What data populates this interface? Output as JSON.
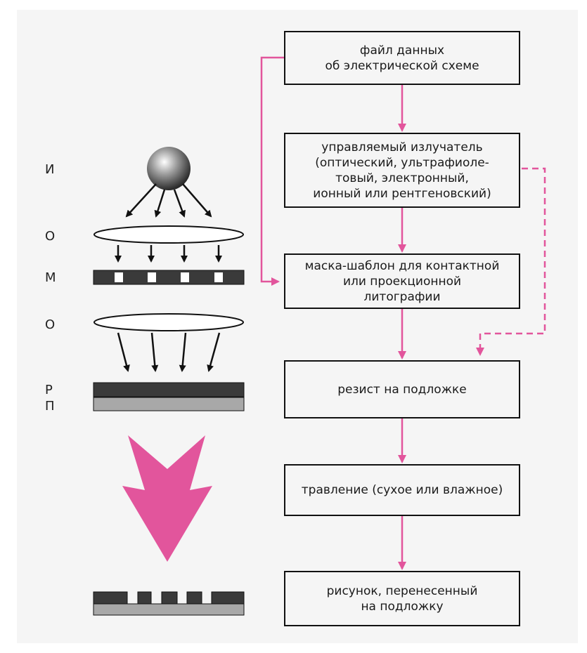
{
  "colors": {
    "pink": "#e2559c",
    "box_border": "#111111",
    "dark_layer": "#3a3a3a",
    "light_layer": "#a8a8a8"
  },
  "left_labels": {
    "source": "И",
    "optics1": "О",
    "mask": "М",
    "optics2": "О",
    "resist": "Р",
    "substrate": "П"
  },
  "boxes": {
    "data_file": "файл данных\nоб электрической схеме",
    "emitter": "управляемый излучатель\n(оптический, ультрафиоле-\nтовый, электронный,\nионный или рентгеновский)",
    "mask_template": "маска-шаблон для контактной\nили проекционной\nлитографии",
    "resist": "резист на подложке",
    "etching": "травление (сухое или влажное)",
    "pattern": "рисунок, перенесенный\nна подложку"
  },
  "icons": {
    "source": "sphere-source-icon",
    "lens": "lens-ellipse-icon",
    "big_arrow": "big-down-arrow-icon"
  }
}
